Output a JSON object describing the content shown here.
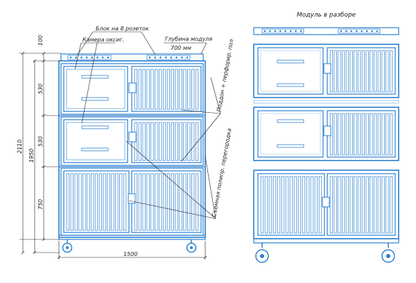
{
  "drawing": {
    "right_view_title": "Модуль в разборе"
  },
  "labels": {
    "socket_block": "Блок на 8 розеток",
    "oxygen_chamber": "Камера оксиг.",
    "module_depth_line1": "Глубина модуля",
    "module_depth_line2": "700 мм",
    "tray_note": "Поддон + перфориp. пол",
    "partition_note": "Съемная полипр. перегородка"
  },
  "dimensions": {
    "top": "100",
    "section1": "530",
    "section2": "530",
    "section3": "750",
    "mid_total": "1950",
    "total_height": "2110",
    "width": "1500"
  },
  "colors": {
    "frame": "#2a7fd0",
    "light_frame": "#9cc8ee",
    "line": "#1a1a1a"
  },
  "icons": {
    "wheel": "caster-wheel-icon",
    "handle": "door-handle-icon",
    "socket": "socket-icon"
  }
}
